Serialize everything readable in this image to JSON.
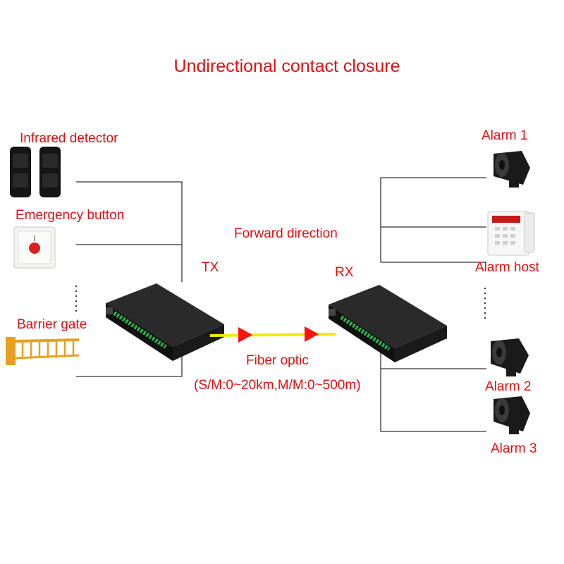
{
  "title": "Undirectional contact closure",
  "left_devices": {
    "infrared": "Infrared detector",
    "emergency": "Emergency button",
    "barrier": "Barrier gate"
  },
  "tx_label": "TX",
  "rx_label": "RX",
  "direction_label": "Forward direction",
  "fiber": {
    "label": "Fiber optic",
    "distance": "(S/M:0~20km,M/M:0~500m)"
  },
  "right_devices": {
    "alarm1": "Alarm 1",
    "alarm_host": "Alarm host",
    "alarm2": "Alarm 2",
    "alarm3": "Alarm 3"
  },
  "colors": {
    "label": "#e01010",
    "fiber": "#f5e800",
    "arrow": "#ff1010",
    "lines": "#333333",
    "device": "#1c1c1c",
    "terminal": "#2db84a",
    "gate": "#e8a020"
  }
}
